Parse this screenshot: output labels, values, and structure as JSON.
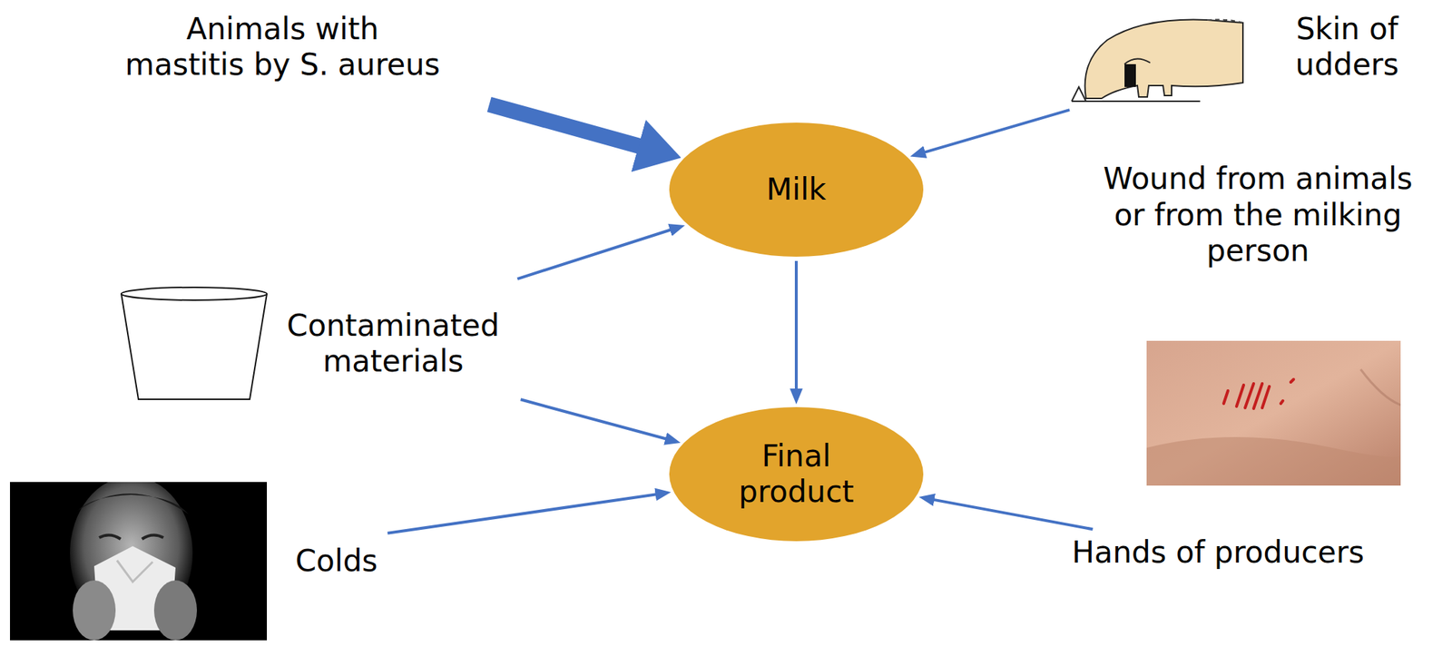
{
  "diagram": {
    "nodes": [
      {
        "text": [
          "Animals with mastitis by S. aureus"
        ]
      },
      {
        "text": [
          "Skin of udders"
        ]
      },
      {
        "text": [
          "Milk"
        ]
      },
      {
        "text": [
          "Wound from animals or from the milking person"
        ]
      },
      {
        "text": [
          "Contaminated materials"
        ]
      },
      {
        "text": [
          "Final product"
        ]
      },
      {
        "text": [
          "Colds"
        ]
      },
      {
        "text": [
          "Hands of producers"
        ]
      }
    ],
    "edges": [
      {
        "from": 0,
        "to": 2,
        "arrow": "to"
      },
      {
        "from": 1,
        "to": 2,
        "arrow": "to"
      },
      {
        "from": 4,
        "to": 2,
        "arrow": "to"
      },
      {
        "from": 4,
        "to": 5,
        "arrow": "to"
      },
      {
        "from": 2,
        "to": 5,
        "arrow": "to"
      },
      {
        "from": 6,
        "to": 5,
        "arrow": "to"
      },
      {
        "from": 7,
        "to": 5,
        "arrow": "to"
      }
    ]
  }
}
